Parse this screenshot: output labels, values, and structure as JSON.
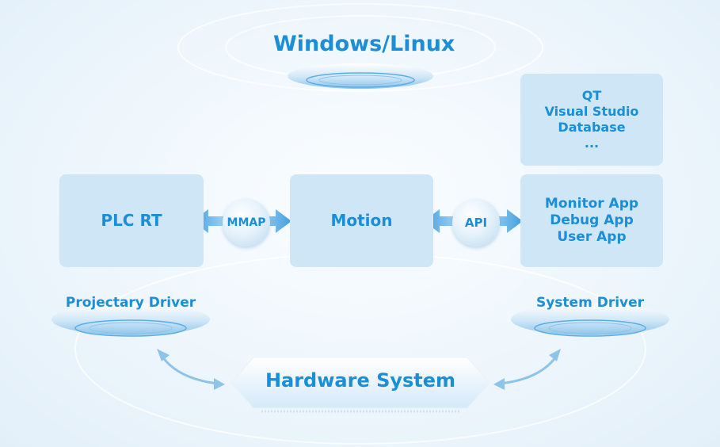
{
  "platform": {
    "title": "Windows/Linux"
  },
  "tools": {
    "items": [
      "QT",
      "Visual Studio",
      "Database",
      "..."
    ]
  },
  "plc": {
    "label": "PLC RT"
  },
  "mmap": {
    "label": "MMAP"
  },
  "motion": {
    "label": "Motion"
  },
  "api": {
    "label": "API"
  },
  "apps": {
    "items": [
      "Monitor App",
      "Debug App",
      "User App"
    ]
  },
  "drivers": {
    "left": "Projectary Driver",
    "right": "System Driver"
  },
  "hardware": {
    "label": "Hardware System"
  },
  "colors": {
    "accent": "#1a8ed6",
    "box_fill": "#cfe6f7",
    "background": "#eef6fc"
  }
}
